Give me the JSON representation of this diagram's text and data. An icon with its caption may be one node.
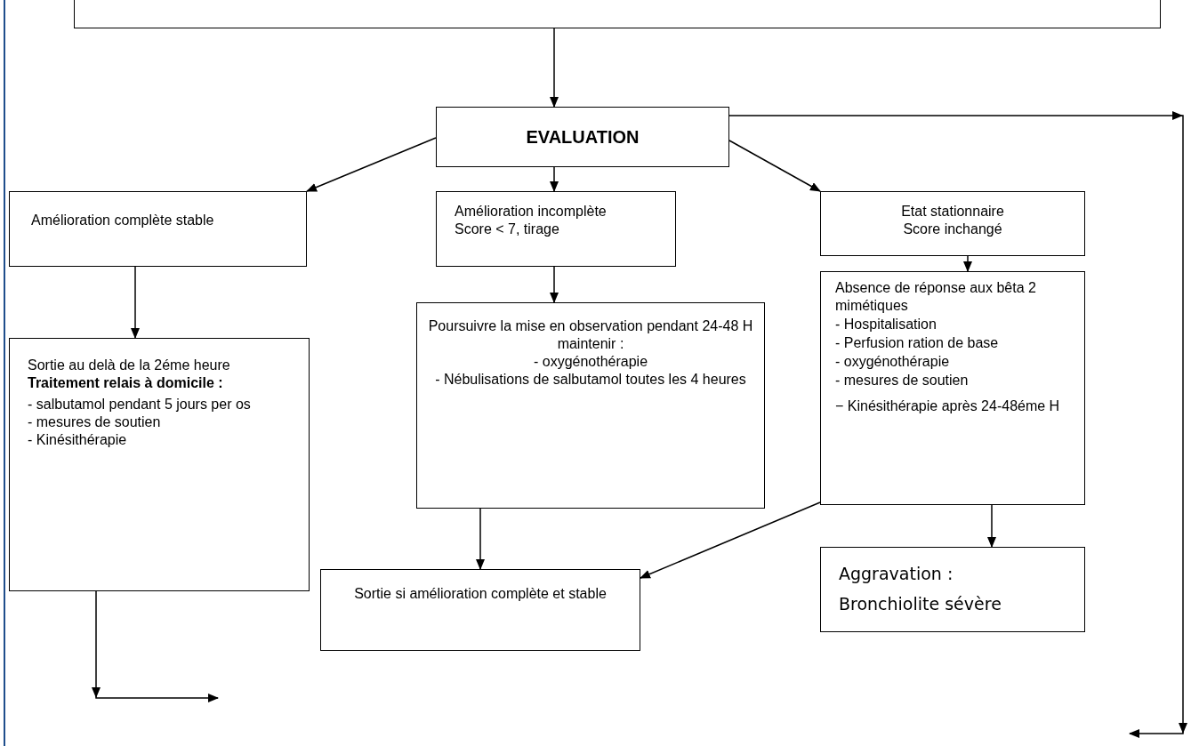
{
  "diagram": {
    "nodes": [
      {
        "text": [],
        "shape": "box"
      },
      {
        "text": [
          "EVALUATION"
        ]
      },
      {
        "text": [
          "Amélioration complète stable"
        ]
      },
      {
        "text": [
          "Amélioration incomplète",
          "Score < 7, tirage"
        ]
      },
      {
        "text": [
          "Etat stationnaire",
          "Score inchangé"
        ]
      },
      {
        "text": [
          "Absence de réponse aux bêta 2 mimétiques",
          "- Hospitalisation",
          "- Perfusion ration de base",
          "- oxygénothérapie",
          "- mesures de soutien",
          "− Kinésithérapie après 24-48éme H"
        ]
      },
      {
        "text": [
          "Sortie au delà de la 2éme heure",
          "Traitement relais à domicile :",
          "- salbutamol pendant 5 jours per os",
          "- mesures de soutien",
          "- Kinésithérapie"
        ]
      },
      {
        "text": [
          "Poursuivre la mise en observation pendant 24-48 H maintenir :",
          "- oxygénothérapie",
          "- Nébulisations de salbutamol toutes les 4 heures"
        ]
      },
      {
        "text": [
          "Sortie si amélioration complète et stable"
        ]
      },
      {
        "text": [
          "Aggravation :",
          "Bronchiolite sévère"
        ]
      }
    ],
    "edges": [
      {
        "from": 0,
        "to": 1,
        "arrow": "to"
      },
      {
        "from": 1,
        "to": 2,
        "arrow": "to"
      },
      {
        "from": 1,
        "to": 3,
        "arrow": "to"
      },
      {
        "from": 1,
        "to": 4,
        "arrow": "to"
      },
      {
        "from": 4,
        "to": 5,
        "arrow": "to"
      },
      {
        "from": 2,
        "to": 6,
        "arrow": "to"
      },
      {
        "from": 3,
        "to": 7,
        "arrow": "to"
      },
      {
        "from": 7,
        "to": 8,
        "arrow": "to"
      },
      {
        "from": 5,
        "to": 8,
        "arrow": "to"
      },
      {
        "from": 5,
        "to": 9,
        "arrow": "to"
      },
      {
        "from": 6,
        "to": null,
        "arrow": "to"
      },
      {
        "from": 1,
        "to": null,
        "arrow": "to"
      }
    ]
  }
}
